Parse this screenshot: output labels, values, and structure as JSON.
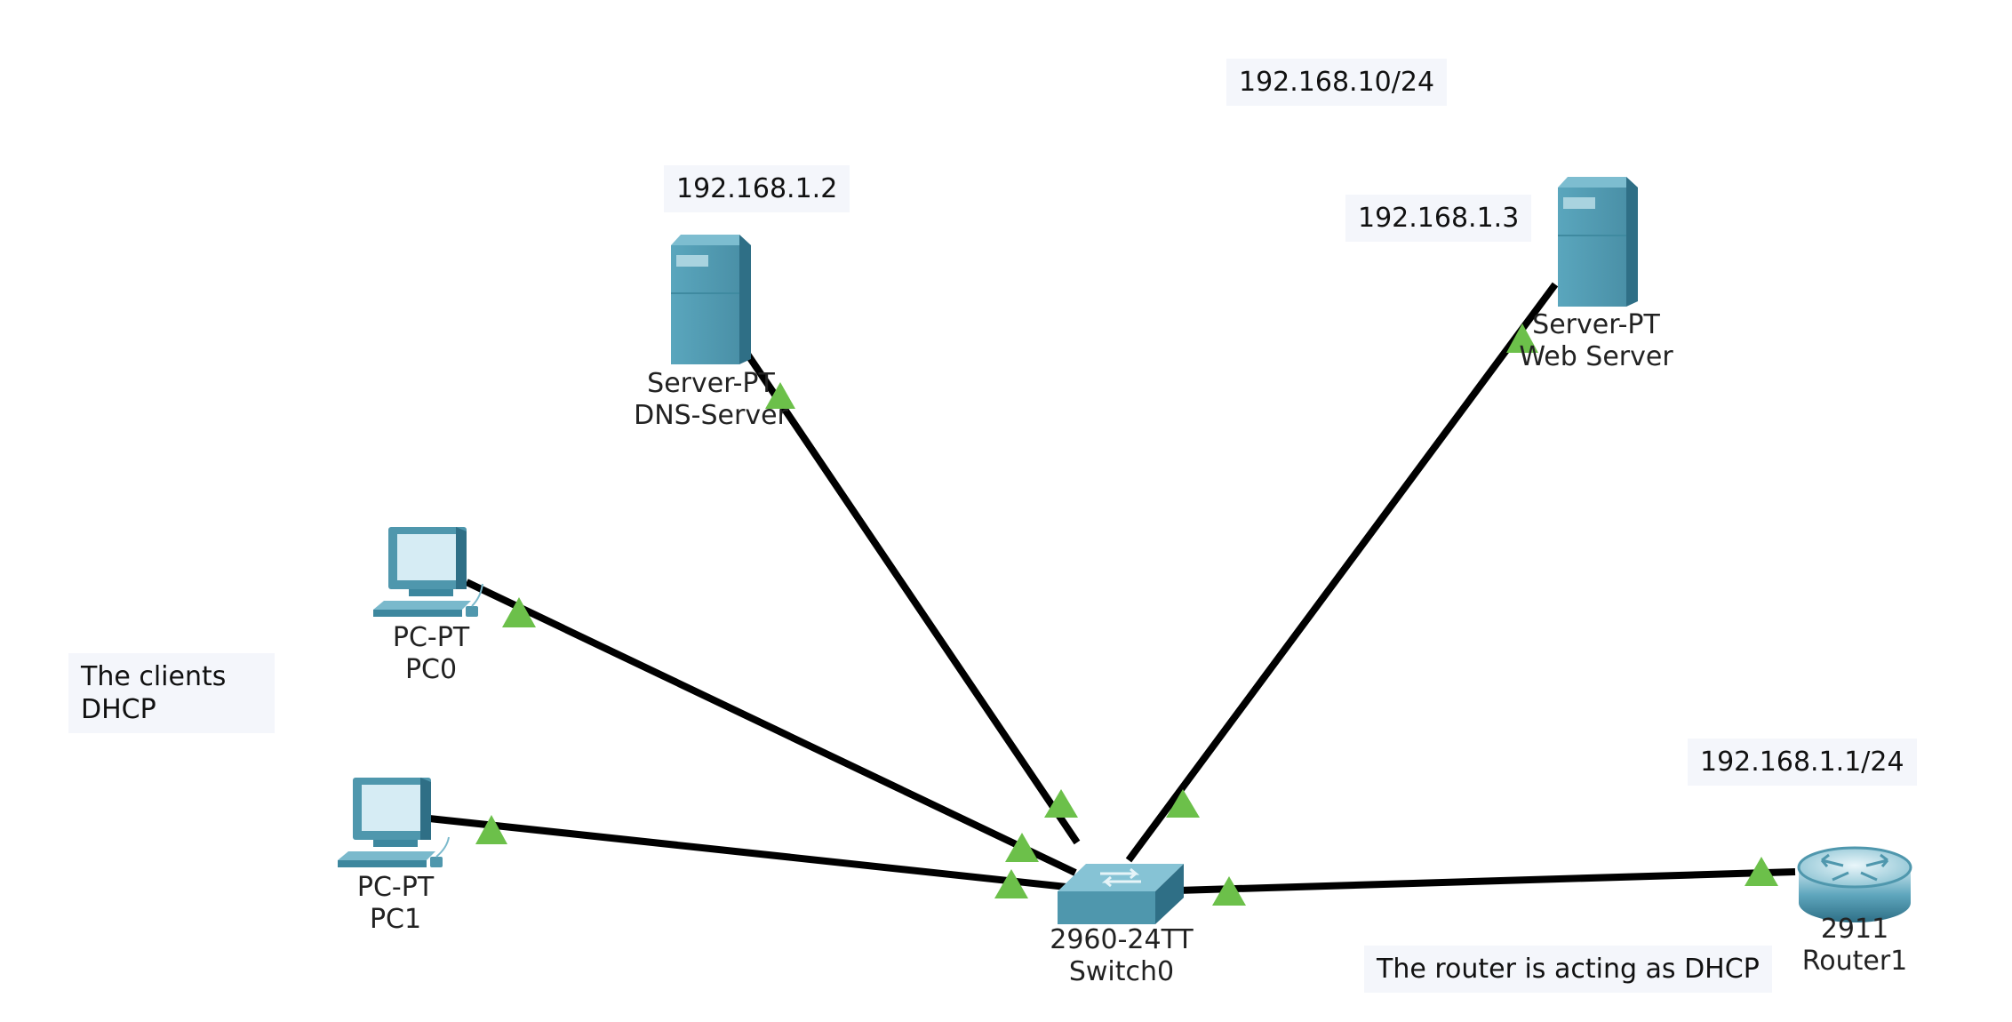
{
  "notes": {
    "network": "192.168.10/24",
    "dns_ip": "192.168.1.2",
    "web_ip": "192.168.1.3",
    "router_ip": "192.168.1.1/24",
    "clients_line1": "The clients",
    "clients_line2": "DHCP",
    "router_note": "The router is acting as DHCP"
  },
  "devices": {
    "dns_server": {
      "model": "Server-PT",
      "name": "DNS-Server"
    },
    "web_server": {
      "model": "Server-PT",
      "name": "Web Server"
    },
    "pc0": {
      "model": "PC-PT",
      "name": "PC0"
    },
    "pc1": {
      "model": "PC-PT",
      "name": "PC1"
    },
    "switch0": {
      "model": "2960-24TT",
      "name": "Switch0"
    },
    "router1": {
      "model": "2911",
      "name": "Router1"
    }
  },
  "colors": {
    "device_blue": "#4f97ad",
    "link": "#000000",
    "link_up": "#6cc04a",
    "note_bg": "#f4f6fb"
  },
  "links": [
    {
      "from": "dns_server",
      "to": "switch0",
      "status": "up"
    },
    {
      "from": "web_server",
      "to": "switch0",
      "status": "up"
    },
    {
      "from": "pc0",
      "to": "switch0",
      "status": "up"
    },
    {
      "from": "pc1",
      "to": "switch0",
      "status": "up"
    },
    {
      "from": "switch0",
      "to": "router1",
      "status": "up"
    }
  ]
}
